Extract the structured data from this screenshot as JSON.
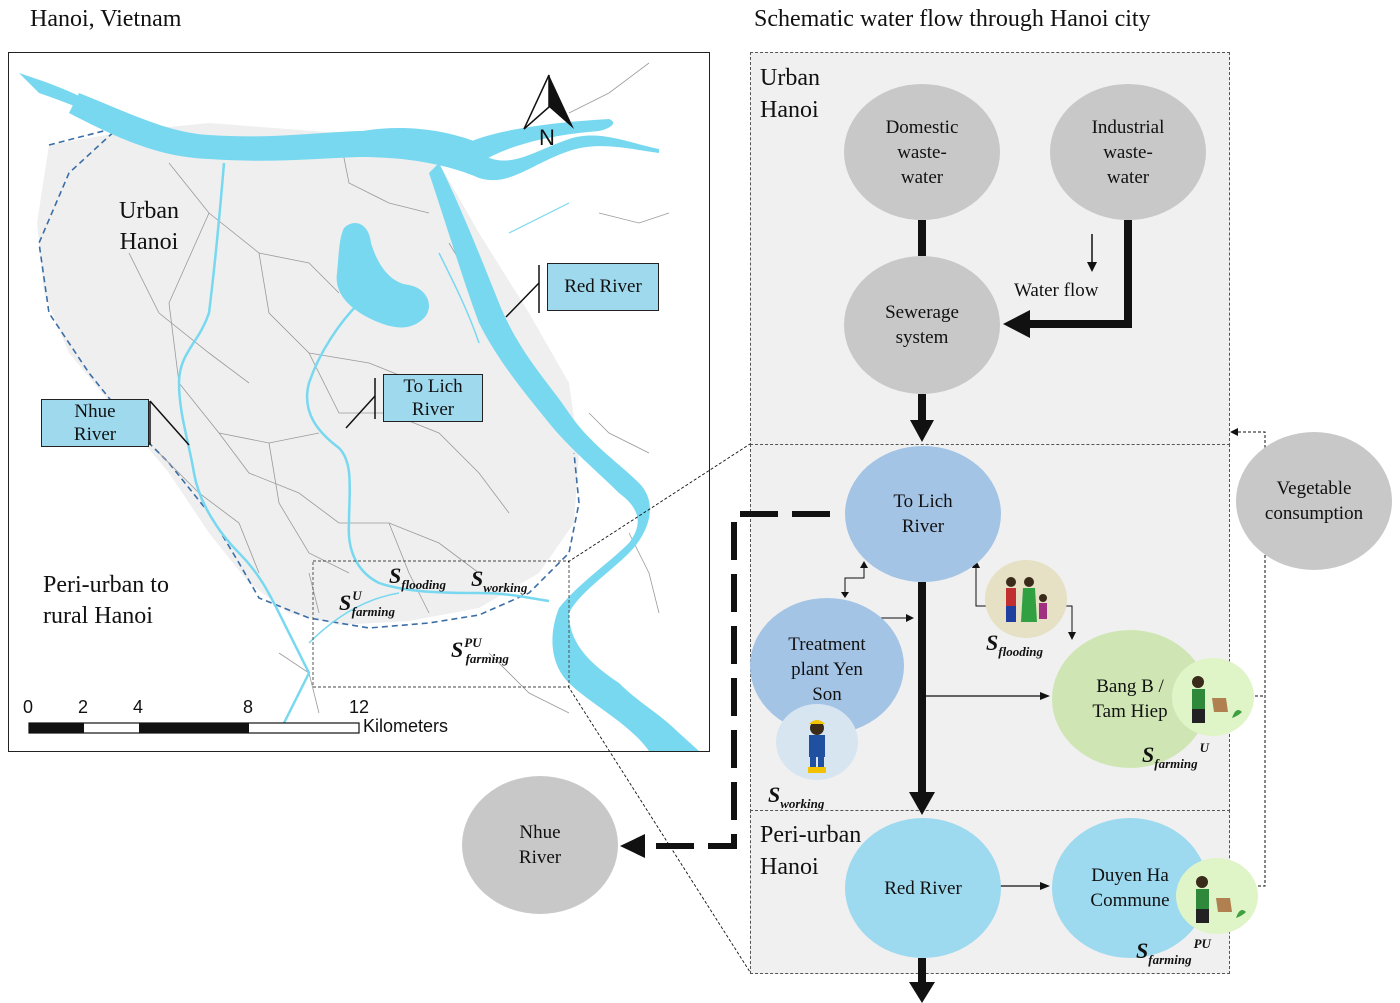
{
  "left_title": "Hanoi, Vietnam",
  "right_title": "Schematic water flow through Hanoi city",
  "map": {
    "urban_label": "Urban\nHanoi",
    "periurban_label": "Peri-urban to\nrural Hanoi",
    "north_label": "N",
    "red_river_label": "Red River",
    "to_lich_label": "To Lich\nRiver",
    "nhue_label": "Nhue\nRiver",
    "s_flooding": {
      "base": "S",
      "sub": "flooding"
    },
    "s_working": {
      "base": "S",
      "sub": "working"
    },
    "s_farming_u": {
      "base": "S",
      "sup": "U",
      "sub": "farming"
    },
    "s_farming_pu": {
      "base": "S",
      "sup": "PU",
      "sub": "farming"
    },
    "scale": {
      "ticks": [
        "0",
        "2",
        "4",
        "8",
        "12"
      ],
      "unit": "Kilometers"
    }
  },
  "schematic": {
    "urban_zone_label": "Urban\nHanoi",
    "periurban_zone_label": "Peri-urban\nHanoi",
    "domestic": "Domestic\nwaste-\nwater",
    "industrial": "Industrial\nwaste-\nwater",
    "sewerage": "Sewerage\nsystem",
    "water_flow": "Water flow",
    "to_lich": "To Lich\nRiver",
    "treatment": "Treatment\nplant Yen\nSon",
    "bang_b": "Bang B /\nTam Hiep",
    "red_river": "Red River",
    "duyen_ha": "Duyen Ha\nCommune",
    "nhue": "Nhue\nRiver",
    "vegetable": "Vegetable\nconsumption",
    "s_working": {
      "base": "S",
      "sub": "working"
    },
    "s_flooding": {
      "base": "S",
      "sub": "flooding"
    },
    "s_farming_u": {
      "base": "S",
      "sup": "U",
      "sub": "farming"
    },
    "s_farming_pu": {
      "base": "S",
      "sup": "PU",
      "sub": "farming"
    }
  },
  "colors": {
    "water": "#78d8f0",
    "urban_fill": "#efefef",
    "node_gray": "#c8c8c8",
    "node_blue": "#a4c4e6",
    "node_light_blue": "#9dd9ef",
    "node_green": "#cfe6b4"
  }
}
